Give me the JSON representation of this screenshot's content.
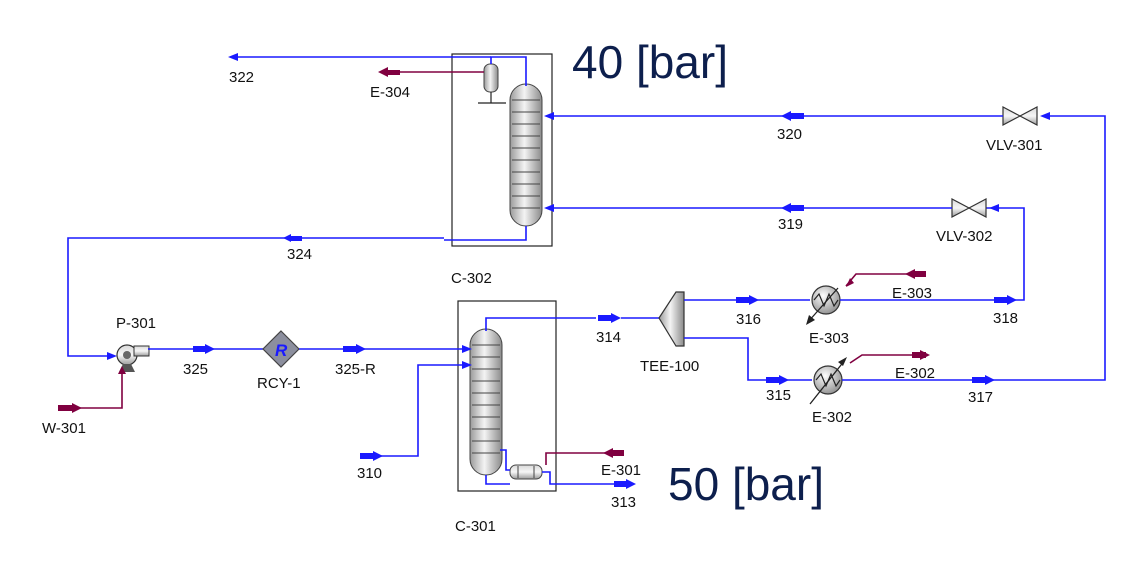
{
  "diagram": {
    "pressure_top": "40 [bar]",
    "pressure_bottom": "50 [bar]",
    "units": {
      "c302": "C-302",
      "c301": "C-301",
      "p301": "P-301",
      "rcy1": "RCY-1",
      "tee100": "TEE-100",
      "e303": "E-303",
      "e302": "E-302",
      "vlv301": "VLV-301",
      "vlv302": "VLV-302"
    },
    "streams": {
      "s322": "322",
      "s320": "320",
      "s319": "319",
      "s324": "324",
      "s325": "325",
      "s325r": "325-R",
      "s314": "314",
      "s316": "316",
      "s318": "318",
      "s315": "315",
      "s317": "317",
      "s310": "310",
      "s313": "313"
    },
    "energy": {
      "e304": "E-304",
      "e303": "E-303",
      "e302": "E-302",
      "e301": "E-301",
      "w301": "W-301"
    },
    "rcy_symbol": "R",
    "colors": {
      "material": "#1a1aff",
      "energy": "#800040",
      "pressure_text": "#0d1f4d"
    }
  }
}
